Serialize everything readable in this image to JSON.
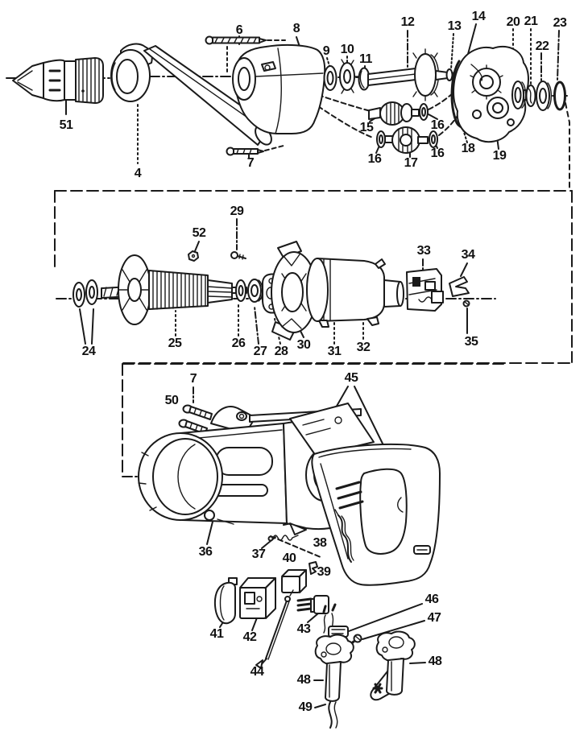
{
  "figure": {
    "kind": "exploded-parts-diagram",
    "subject": "electric drill",
    "background_color": "#ffffff",
    "line_color": "#1a1a1a",
    "text_color": "#111111"
  },
  "callouts": [
    {
      "part": "6"
    },
    {
      "part": "8"
    },
    {
      "part": "12"
    },
    {
      "part": "13"
    },
    {
      "part": "14"
    },
    {
      "part": "20"
    },
    {
      "part": "21"
    },
    {
      "part": "23"
    },
    {
      "part": "22"
    },
    {
      "part": "9"
    },
    {
      "part": "10"
    },
    {
      "part": "11"
    },
    {
      "part": "51"
    },
    {
      "part": "4"
    },
    {
      "part": "7"
    },
    {
      "part": "15"
    },
    {
      "part": "16"
    },
    {
      "part": "16"
    },
    {
      "part": "17"
    },
    {
      "part": "16"
    },
    {
      "part": "18"
    },
    {
      "part": "19"
    },
    {
      "part": "29"
    },
    {
      "part": "52"
    },
    {
      "part": "24"
    },
    {
      "part": "25"
    },
    {
      "part": "26"
    },
    {
      "part": "27"
    },
    {
      "part": "28"
    },
    {
      "part": "30"
    },
    {
      "part": "31"
    },
    {
      "part": "32"
    },
    {
      "part": "33"
    },
    {
      "part": "34"
    },
    {
      "part": "35"
    },
    {
      "part": "7"
    },
    {
      "part": "50"
    },
    {
      "part": "45"
    },
    {
      "part": "36"
    },
    {
      "part": "37"
    },
    {
      "part": "40"
    },
    {
      "part": "38"
    },
    {
      "part": "39"
    },
    {
      "part": "41"
    },
    {
      "part": "42"
    },
    {
      "part": "43"
    },
    {
      "part": "44"
    },
    {
      "part": "46"
    },
    {
      "part": "47"
    },
    {
      "part": "48"
    },
    {
      "part": "48"
    },
    {
      "part": "49"
    }
  ]
}
